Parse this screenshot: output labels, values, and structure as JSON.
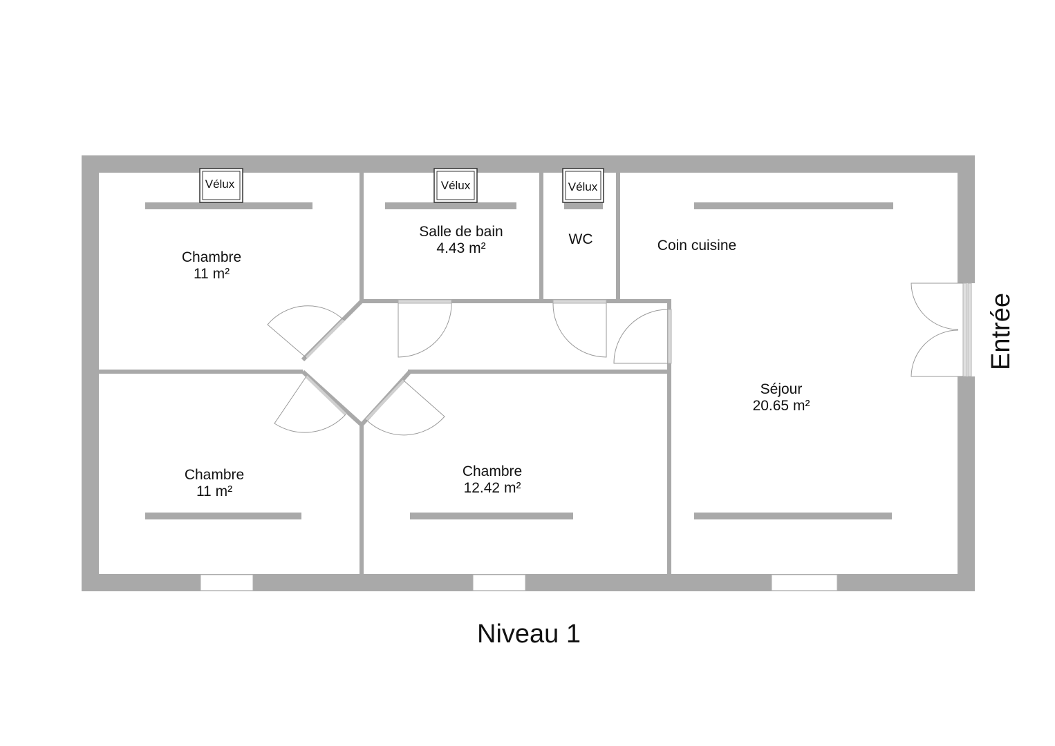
{
  "plan": {
    "caption": "Niveau 1",
    "entrance_label": "Entrée",
    "velux_label": "Vélux",
    "rooms": [
      {
        "id": "chambre-nw",
        "name": "Chambre",
        "area": "11 m²"
      },
      {
        "id": "salle-de-bain",
        "name": "Salle de bain",
        "area": "4.43 m²"
      },
      {
        "id": "wc",
        "name": "WC",
        "area": ""
      },
      {
        "id": "coin-cuisine",
        "name": "Coin cuisine",
        "area": ""
      },
      {
        "id": "sejour",
        "name": "Séjour",
        "area": "20.65 m²"
      },
      {
        "id": "chambre-sw",
        "name": "Chambre",
        "area": "11 m²"
      },
      {
        "id": "chambre-s",
        "name": "Chambre",
        "area": "12.42 m²"
      }
    ]
  },
  "colors": {
    "wall": "#a9a9a9",
    "background": "#ffffff",
    "text": "#111111"
  }
}
